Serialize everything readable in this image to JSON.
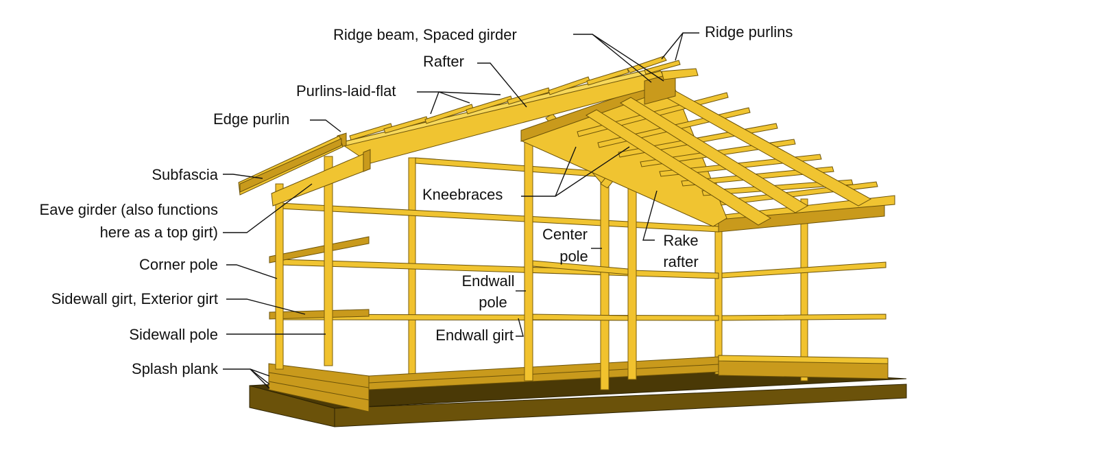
{
  "labels": {
    "ridge_beam": "Ridge beam, Spaced girder",
    "ridge_purlins": "Ridge purlins",
    "rafter": "Rafter",
    "purlins_laid_flat": "Purlins-laid-flat",
    "edge_purlin": "Edge purlin",
    "subfascia": "Subfascia",
    "eave_girder_line1": "Eave girder (also functions",
    "eave_girder_line2": "here as a top girt)",
    "corner_pole": "Corner pole",
    "sidewall_girt": "Sidewall girt, Exterior girt",
    "sidewall_pole": "Sidewall pole",
    "splash_plank": "Splash plank",
    "kneebraces": "Kneebraces",
    "center_pole_line1": "Center",
    "center_pole_line2": "pole",
    "rake_rafter_line1": "Rake",
    "rake_rafter_line2": "rafter",
    "endwall_pole_line1": "Endwall",
    "endwall_pole_line2": "pole",
    "endwall_girt": "Endwall girt"
  },
  "colors": {
    "lumber": "#f0c431",
    "lumber_shadow": "#c99a1c",
    "slab": "#4a3906",
    "text": "#111111"
  }
}
